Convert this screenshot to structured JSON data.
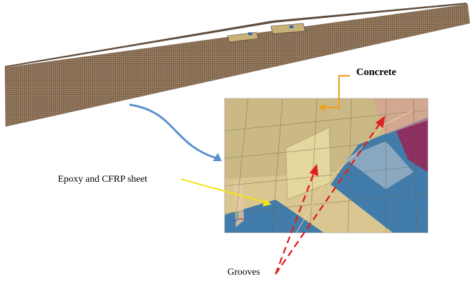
{
  "labels": {
    "concrete": "Concrete",
    "epoxy_cfrp": "Epoxy and CFRP sheet",
    "grooves": "Grooves"
  },
  "colors": {
    "beam_mesh": "#8a6f55",
    "beam_mesh_dark": "#3b2e22",
    "concrete_face": "#d9c690",
    "cfrp_blue": "#3f79a8",
    "cfrp_magenta": "#8a2d5e",
    "arrow_blue": "#5b8fcf",
    "arrow_orange": "#f0a020",
    "arrow_yellow": "#f2e31a",
    "arrow_red": "#e0201f"
  },
  "icons": [
    "coordinate-axes-icon"
  ]
}
